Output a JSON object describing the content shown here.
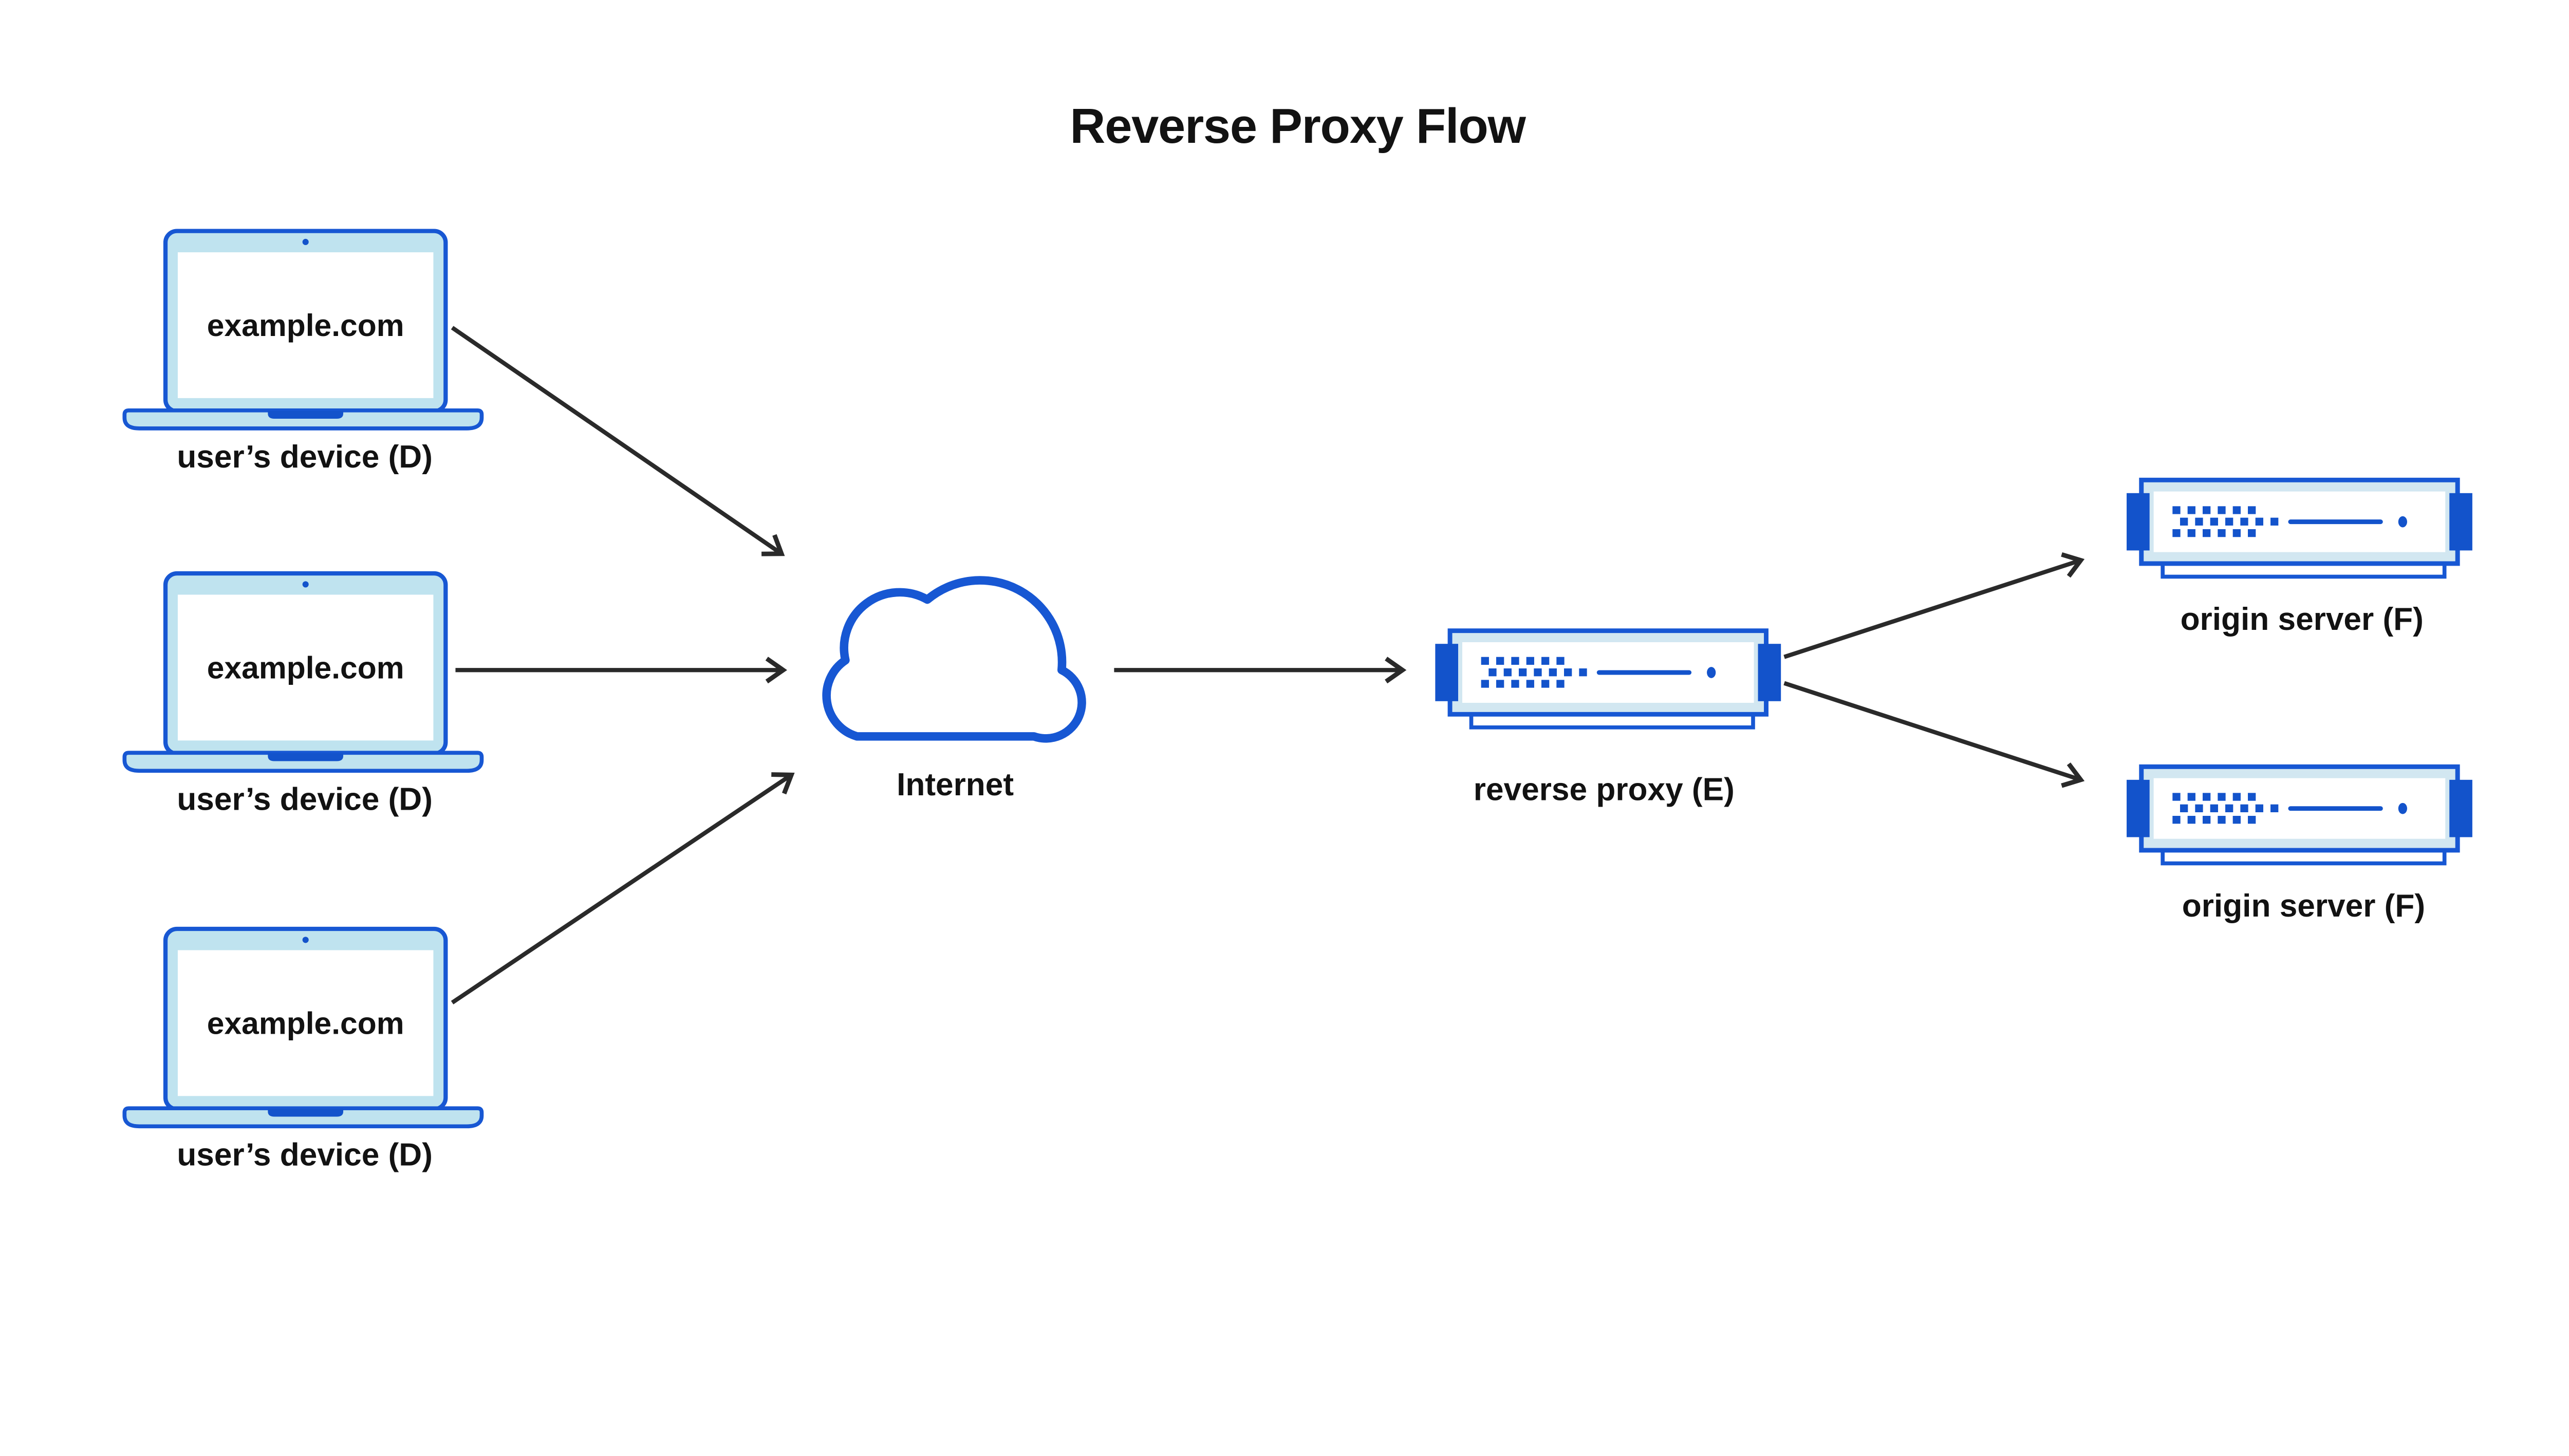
{
  "title": "Reverse Proxy Flow",
  "nodes": {
    "user_devices": [
      {
        "icon": "laptop-icon",
        "screen_text": "example.com",
        "caption": "user’s device (D)"
      },
      {
        "icon": "laptop-icon",
        "screen_text": "example.com",
        "caption": "user’s device (D)"
      },
      {
        "icon": "laptop-icon",
        "screen_text": "example.com",
        "caption": "user’s device (D)"
      }
    ],
    "internet": {
      "icon": "cloud-icon",
      "label": "Internet"
    },
    "reverse_proxy": {
      "icon": "server-icon",
      "caption": "reverse proxy (E)"
    },
    "origin_servers": [
      {
        "icon": "server-icon",
        "caption": "origin server (F)"
      },
      {
        "icon": "server-icon",
        "caption": "origin server (F)"
      }
    ]
  },
  "edges": [
    {
      "from": "user-device-1",
      "to": "internet"
    },
    {
      "from": "user-device-2",
      "to": "internet"
    },
    {
      "from": "user-device-3",
      "to": "internet"
    },
    {
      "from": "internet",
      "to": "reverse-proxy"
    },
    {
      "from": "reverse-proxy",
      "to": "origin-server-1"
    },
    {
      "from": "reverse-proxy",
      "to": "origin-server-2"
    }
  ],
  "colors": {
    "outline_blue": "#1757d3",
    "accent_blue": "#1353cb",
    "device_fill": "#bfe3ef",
    "server_fill": "#d2e7f1",
    "arrow": "#2a2a2a",
    "text": "#121212",
    "background": "#ffffff"
  }
}
